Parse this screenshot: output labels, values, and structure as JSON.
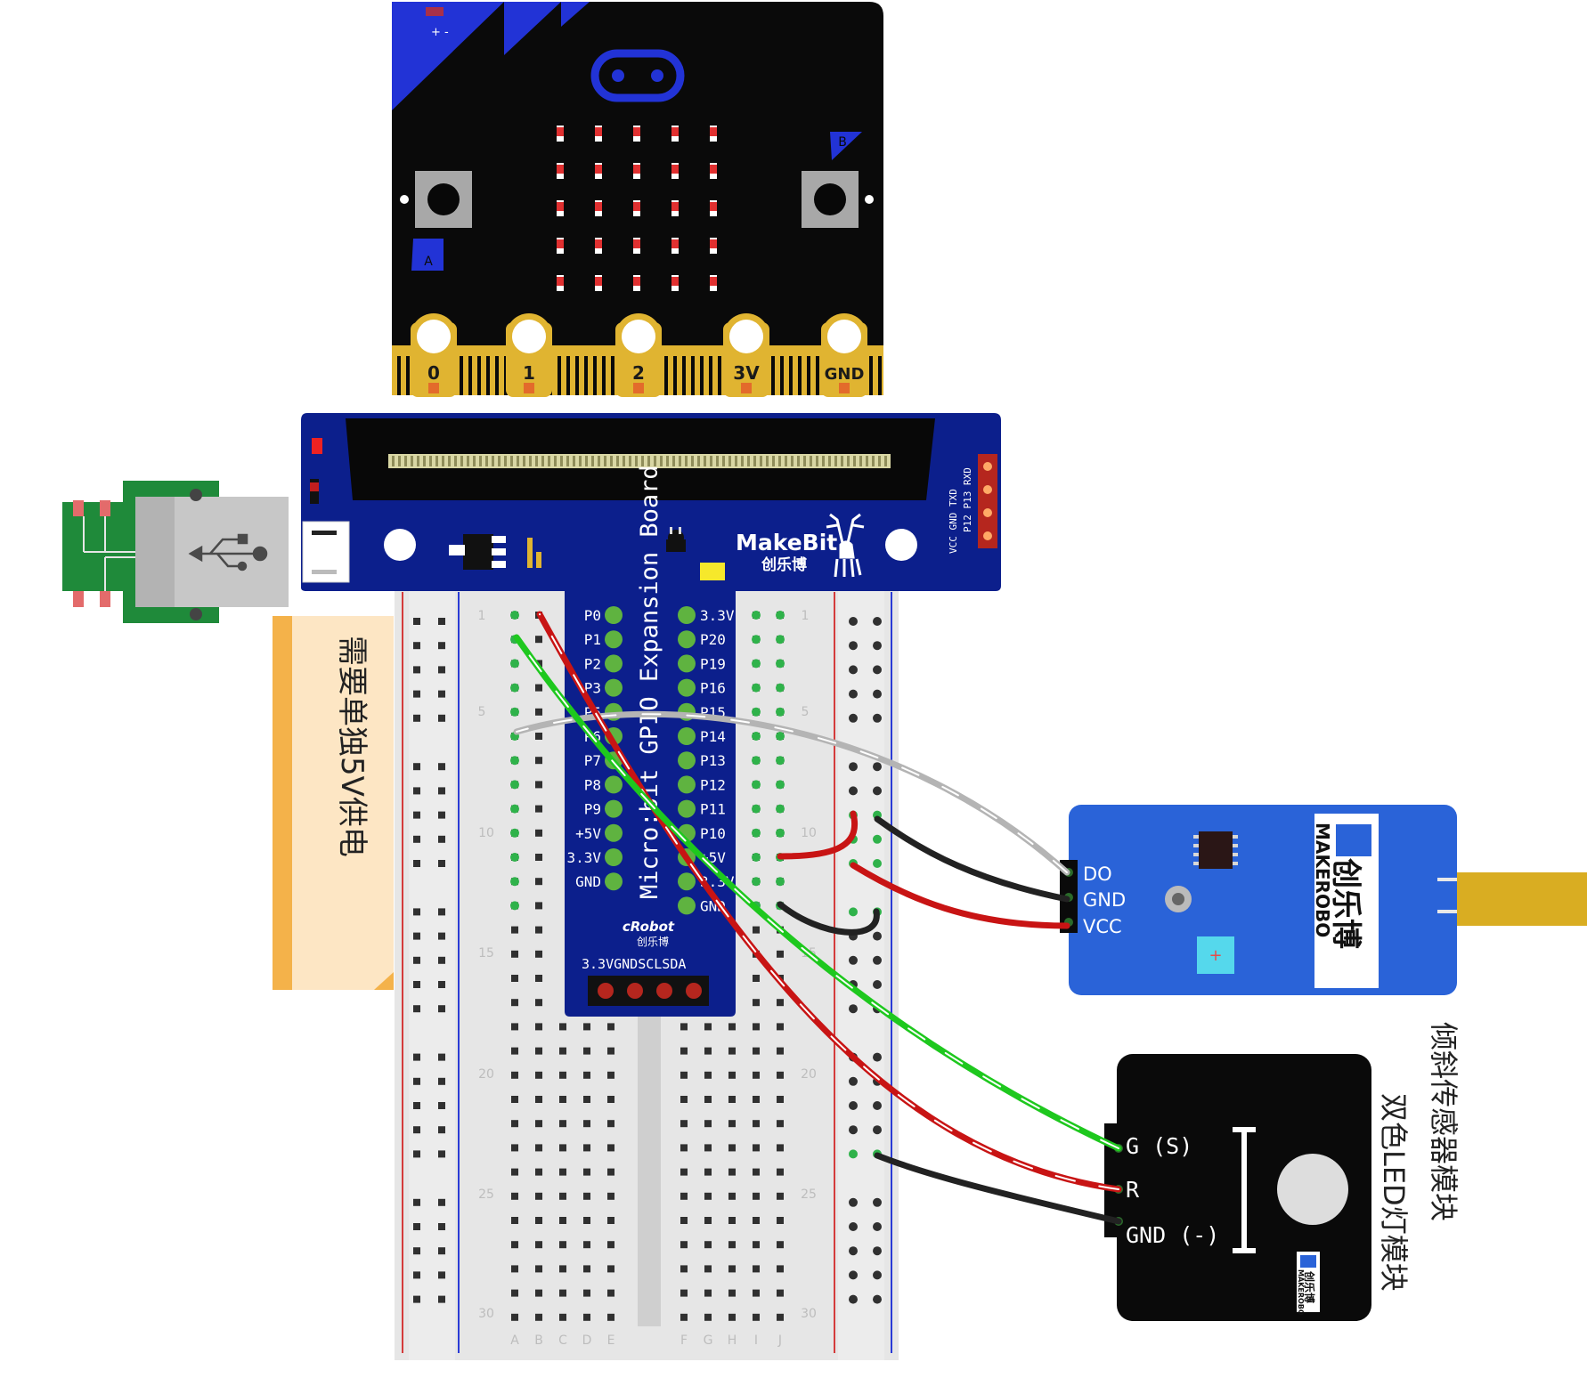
{
  "microbit": {
    "battery_polarity": "+ -",
    "button_a": "A",
    "button_b": "B",
    "pads": [
      "0",
      "1",
      "2",
      "3V",
      "GND"
    ]
  },
  "expansion_board": {
    "brand": "MakeBit",
    "brand_cn": "创乐博",
    "title": "Micro:bit GPIO Expansion Board",
    "left_pins": [
      "P0",
      "P1",
      "P2",
      "P3",
      "P5",
      "P6",
      "P7",
      "P8",
      "P9",
      "+5V",
      "3.3V",
      "GND"
    ],
    "right_pins": [
      "3.3V",
      "P20",
      "P19",
      "P16",
      "P15",
      "P14",
      "P13",
      "P12",
      "P11",
      "P10",
      "+5V",
      "3.3V",
      "GND"
    ],
    "maker": "cRobot",
    "maker_cn": "创乐博",
    "i2c_labels": "3.3VGNDSCLSDA",
    "side_labels": [
      "P12 P13 RXD",
      "VCC GND TXD"
    ]
  },
  "power_note": "需要单独5V供电",
  "breadboard": {
    "row_numbers": [
      "1",
      "5",
      "10",
      "15",
      "20",
      "25",
      "30"
    ],
    "columns": [
      "A",
      "B",
      "C",
      "D",
      "E",
      "F",
      "G",
      "H",
      "I",
      "J"
    ]
  },
  "tilt_module": {
    "pins": [
      "DO",
      "GND",
      "VCC"
    ],
    "brand_cn": "创乐博",
    "brand": "MAKEROBO",
    "caption": "倾斜传感器模块"
  },
  "led_module": {
    "pins": [
      "G (S)",
      "R",
      "GND (-)"
    ],
    "brand_cn": "创乐博",
    "brand": "MAKEROBO",
    "caption": "双色LED灯模块"
  },
  "colors": {
    "microbit_black": "#0a0a0a",
    "microbit_blue": "#2233d6",
    "gold": "#e0b431",
    "board_blue": "#0c1f8c",
    "module_blue": "#2a63d8",
    "wire_red": "#c81414",
    "wire_green": "#1ec81e",
    "wire_black": "#222222",
    "wire_gray": "#b4b4b4",
    "breadboard": "#e6e6e6",
    "note_bg": "#fde6c4"
  }
}
